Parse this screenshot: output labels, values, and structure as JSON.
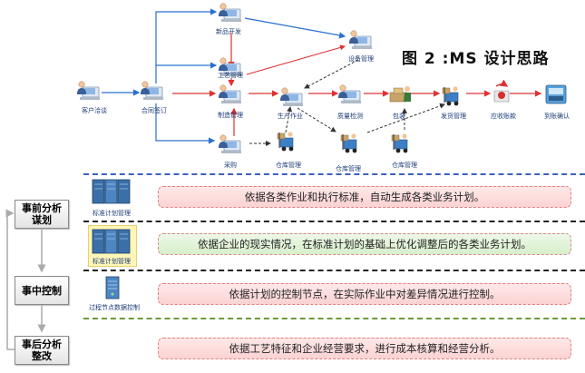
{
  "title": "图 2 :MS 设计思路",
  "nodes": {
    "customer": "客户洽谈",
    "contract": "合同签订",
    "new_product": "新品开发",
    "craft": "工艺管理",
    "manufacturing": "制造管理",
    "purchase": "采购",
    "equipment": "设备管理",
    "production": "生产作业",
    "quality": "质量检测",
    "packaging": "包装",
    "shipping": "发货管理",
    "receivable": "应收账款",
    "reconcile": "到账确认",
    "warehouse_1": "仓库管理",
    "warehouse_2": "仓库管理",
    "warehouse_3": "仓库管理"
  },
  "phases": [
    {
      "label": "事前分析\n谋划"
    },
    {
      "label": "事中控制"
    },
    {
      "label": "事后分析\n整改"
    }
  ],
  "bands": [
    {
      "icon_label": "标准计划管理",
      "text": "依据各类作业和执行标准，自动生成各类业务计划。"
    },
    {
      "icon_label": "标准计划管理",
      "text": "依据企业的现实情况，在标准计划的基础上优化调整后的各类业务计划。"
    },
    {
      "icon_label": "过程节点数据控制",
      "text": "依据计划的控制节点，在实际作业中对差异情况进行控制。"
    },
    {
      "text": "依据工艺特征和企业经营要求，进行成本核算和经营分析。"
    }
  ],
  "colors": {
    "flow_blue": "#2b6fd0",
    "flow_red": "#e03030",
    "sep_blue": "#4060c0",
    "sep_black": "#222222",
    "sep_green": "#6a9a3a",
    "band_pink": "#fbd2d2",
    "band_green": "#d7efcb"
  }
}
